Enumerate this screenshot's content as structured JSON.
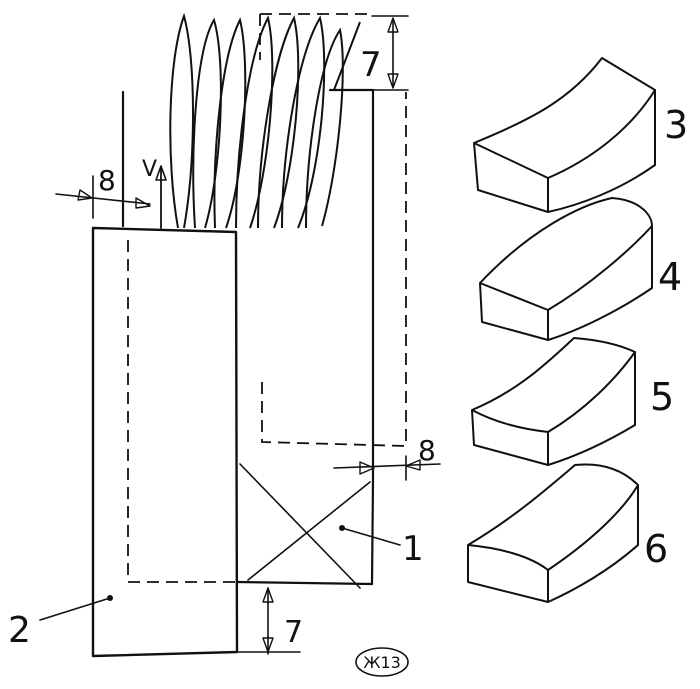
{
  "labels": {
    "dim_top_right": "7",
    "dim_bottom": "7",
    "dim_left": "8",
    "dim_right": "8",
    "velocity": "V",
    "ref_1": "1",
    "ref_2": "2",
    "profile_3": "3",
    "profile_4": "4",
    "profile_5": "5",
    "profile_6": "6",
    "figure_stamp": "Ж13"
  },
  "colors": {
    "ink": "#111111",
    "paper": "#ffffff"
  }
}
